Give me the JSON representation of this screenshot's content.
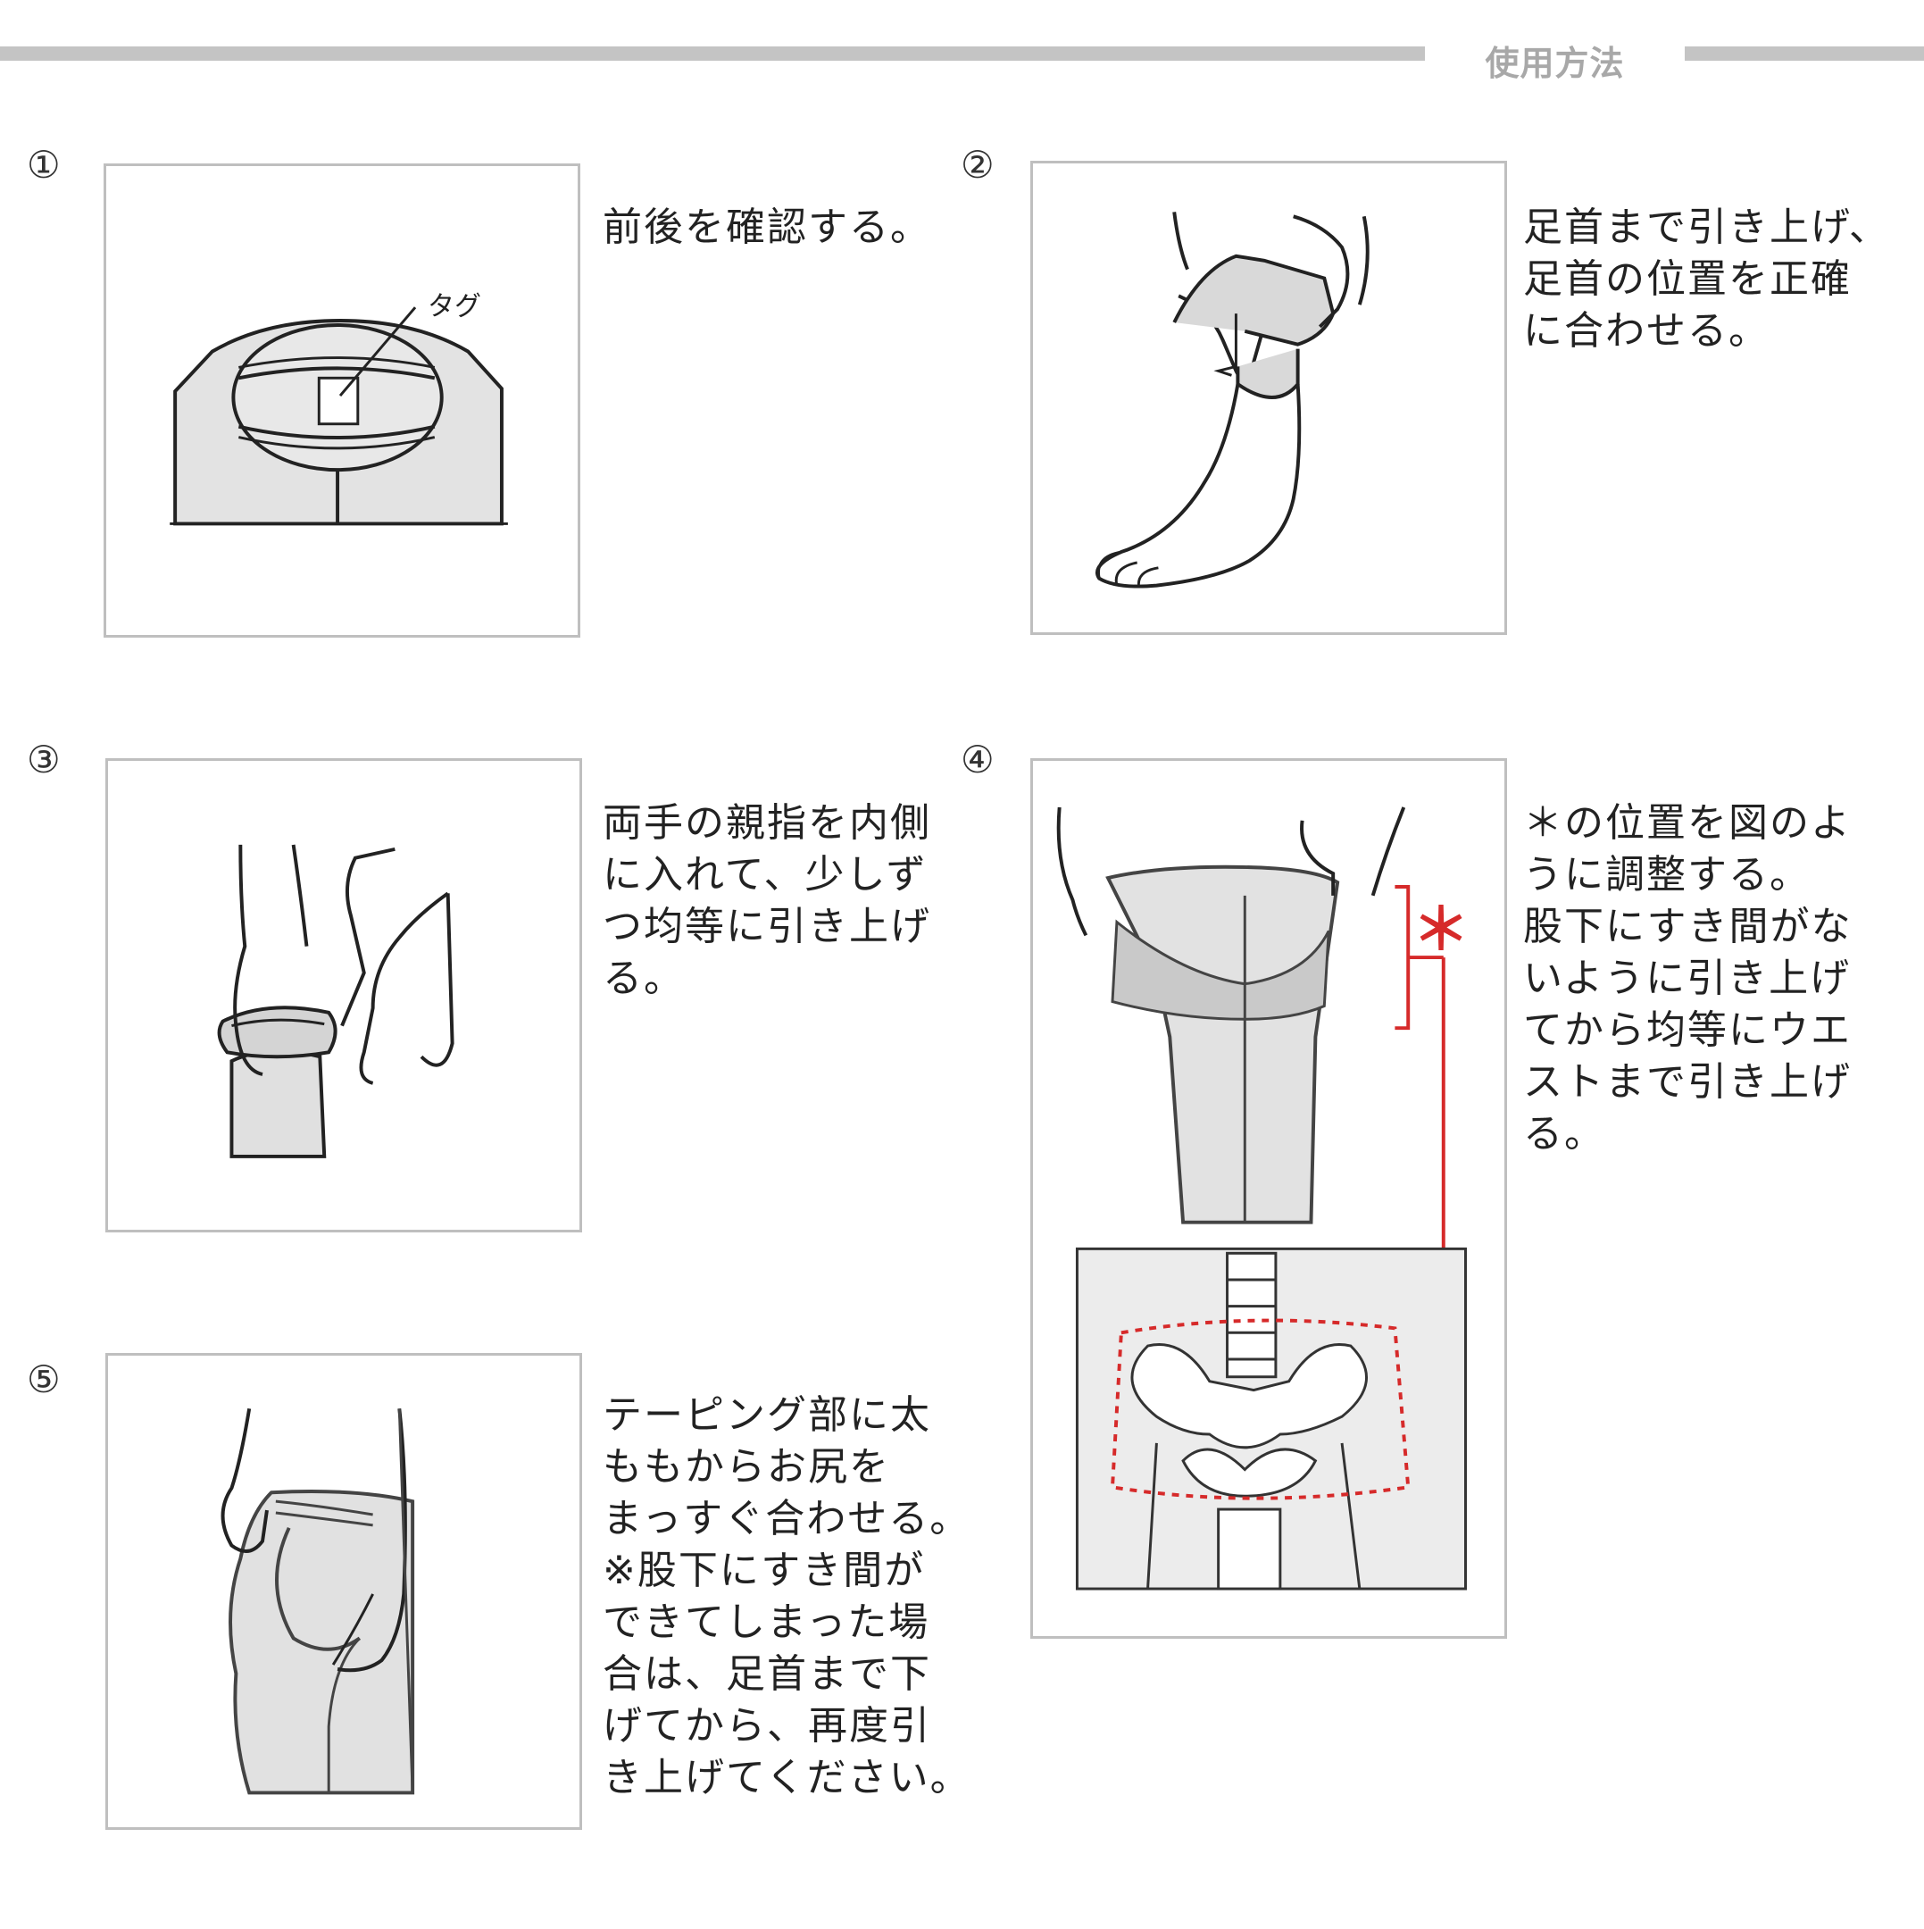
{
  "header": {
    "title": "使用方法"
  },
  "steps": [
    {
      "number": "①",
      "tag_label": "タグ",
      "text": "前後を確認する。"
    },
    {
      "number": "②",
      "text": "足首まで引き上げ、\n足首の位置を正確\nに合わせる。"
    },
    {
      "number": "③",
      "text": "両手の親指を内側\nに入れて、少しず\nつ均等に引き上げ\nる。"
    },
    {
      "number": "④",
      "asterisk": "＊",
      "text": "＊の位置を図のよ\nうに調整する。\n股下にすき間がな\nいように引き上げ\nてから均等にウエ\nストまで引き上げ\nる。"
    },
    {
      "number": "⑤",
      "text": "テーピング部に太\nももからお尻を\nまっすぐ合わせる。\n※股下にすき間が\nできてしまった場\n合は、足首まで下\nげてから、再度引\nき上げてください。"
    }
  ],
  "colors": {
    "accent": "#d62a2a",
    "frame": "#bfbfbf",
    "header_line": "#c4c4c4",
    "header_text": "#a8a8a8"
  }
}
